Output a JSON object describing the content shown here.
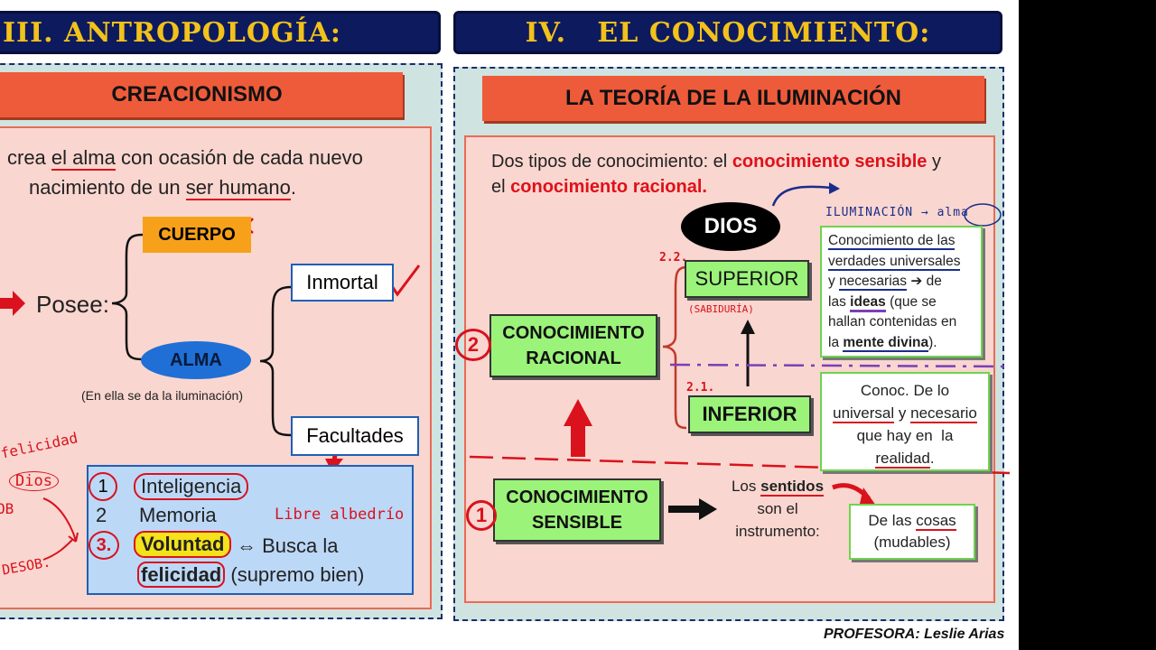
{
  "left": {
    "banner": "III. ANTROPOLOGÍA:",
    "ribbon": "CREACIONISMO",
    "intro_pre": "crea",
    "intro_el_alma": "el alma",
    "intro_mid": "con ocasión de cada nuevo",
    "intro_line2_pre": "nacimiento de un",
    "intro_ser_humano": "ser humano",
    "intro_dot": ".",
    "posee": "Posee:",
    "cuerpo": "CUERPO",
    "alma": "ALMA",
    "alma_note": "(En ella se da la iluminación)",
    "inmortal": "Inmortal",
    "facultades": "Facultades",
    "faculties": [
      {
        "num": "1",
        "label": "Inteligencia"
      },
      {
        "num": "2",
        "label": "Memoria"
      },
      {
        "num": "3.",
        "label": "Voluntad"
      }
    ],
    "busca": "Busca la",
    "felicidad": "felicidad",
    "supremo": "(supremo bien)",
    "libre": "Libre albedrío",
    "note_felicidad": "felicidad",
    "note_dios": "Dios",
    "note_ob": "OB",
    "note_desob": "DESOB."
  },
  "right": {
    "banner": "IV.   EL CONOCIMIENTO:",
    "ribbon": "LA TEORÍA DE LA ILUMINACIÓN",
    "intro_a": "Dos tipos de conocimiento: el",
    "intro_sensible": "conocimiento sensible",
    "intro_y": "y",
    "intro_el": "el",
    "intro_racional": "conocimiento racional.",
    "dios": "DIOS",
    "iluminacion": "ILUMINACIÓN",
    "iluminacion_alma": "alma",
    "num_22": "2.2.",
    "num_21": "2.1.",
    "superior": "SUPERIOR",
    "sabiduria": "(SABIDURÍA)",
    "inferior": "INFERIOR",
    "racional": "CONOCIMIENTO RACIONAL",
    "sensible": "CONOCIMIENTO SENSIBLE",
    "circle_2": "2",
    "circle_1": "1",
    "sup_desc": {
      "l1": "Conocimiento de las",
      "l2": "verdades universales",
      "l3a": "y",
      "l3b": "necesarias",
      "l3c": "➔ de",
      "l4a": "las",
      "l4b": "ideas",
      "l4c": "(que se",
      "l5": "hallan contenidas en",
      "l6a": "la",
      "l6b": "mente divina",
      "l6c": ")."
    },
    "inf_desc": {
      "l1": "Conoc. De lo",
      "l2a": "universal",
      "l2b": "y",
      "l2c": "necesario",
      "l3": "que hay en  la",
      "l4": "realidad",
      "l4dot": "."
    },
    "sentidos_a": "Los",
    "sentidos_b": "sentidos",
    "sentidos_c": "son el",
    "sentidos_d": "instrumento:",
    "cosas_a": "De las",
    "cosas_b": "cosas",
    "cosas_c": "(mudables)"
  },
  "footer": "PROFESORA: Leslie Arias"
}
